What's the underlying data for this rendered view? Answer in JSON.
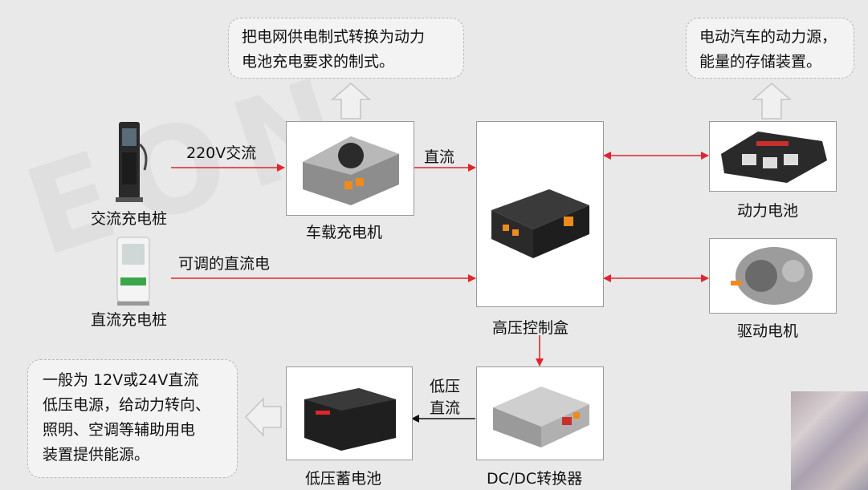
{
  "nodes": {
    "ac_pile": "交流充电桩",
    "dc_pile": "直流充电桩",
    "onboard_charger": "车载充电机",
    "hv_box": "高压控制盒",
    "power_battery": "动力电池",
    "drive_motor": "驱动电机",
    "dcdc": "DC/DC转换器",
    "lv_battery": "低压蓄电池"
  },
  "edges": {
    "ac": "220V交流",
    "dc_out": "直流",
    "dc_adjust": "可调的直流电",
    "lv_dc_line1": "低压",
    "lv_dc_line2": "直流"
  },
  "notes": {
    "charger_line1": "把电网供电制式转换为动力",
    "charger_line2": "电池充电要求的制式。",
    "battery_line1": "电动汽车的动力源，",
    "battery_line2": "能量的存储装置。",
    "lv_line1": "一般为 12V或24V直流",
    "lv_line2": "低压电源，给动力转向、",
    "lv_line3": "照明、空调等辅助用电",
    "lv_line4": "装置提供能源。"
  },
  "colors": {
    "arrow_red": "#e0262b",
    "arrow_black": "#111111",
    "accent_orange": "#f08a1c"
  }
}
